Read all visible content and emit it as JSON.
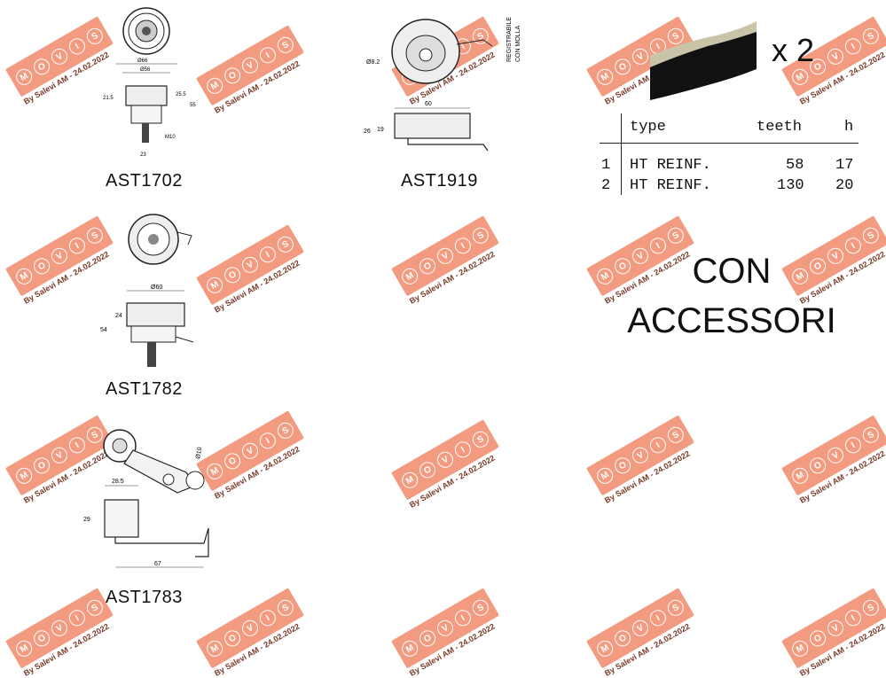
{
  "watermark": {
    "brand_letters": [
      "M",
      "O",
      "V",
      "I",
      "S"
    ],
    "byline": "By Salevi AM - 24.02.2022",
    "color": "#f08a6a"
  },
  "parts": {
    "p1": {
      "code": "AST1702",
      "dims": [
        "Ø66",
        "Ø56",
        "21.5",
        "25.5",
        "55",
        "M10",
        "23"
      ]
    },
    "p2": {
      "code": "AST1919",
      "dims": [
        "Ø8.2",
        "60",
        "26",
        "19"
      ],
      "note": [
        "REGISTRABILE",
        "CON MOLLA"
      ]
    },
    "p3": {
      "code": "AST1782",
      "dims": [
        "Ø60",
        "24",
        "54"
      ]
    },
    "p4": {
      "code": "AST1783",
      "dims": [
        "Ø10",
        "28.5",
        "29",
        "67"
      ]
    }
  },
  "belt": {
    "multiplier": "x 2"
  },
  "table": {
    "headers": {
      "num": "",
      "type": "type",
      "teeth": "teeth",
      "h": "h"
    },
    "rows": [
      {
        "num": "1",
        "type": "HT REINF.",
        "teeth": "58",
        "h": "17"
      },
      {
        "num": "2",
        "type": "HT REINF.",
        "teeth": "130",
        "h": "20"
      }
    ]
  },
  "con_accessori": [
    "CON",
    "ACCESSORI"
  ]
}
